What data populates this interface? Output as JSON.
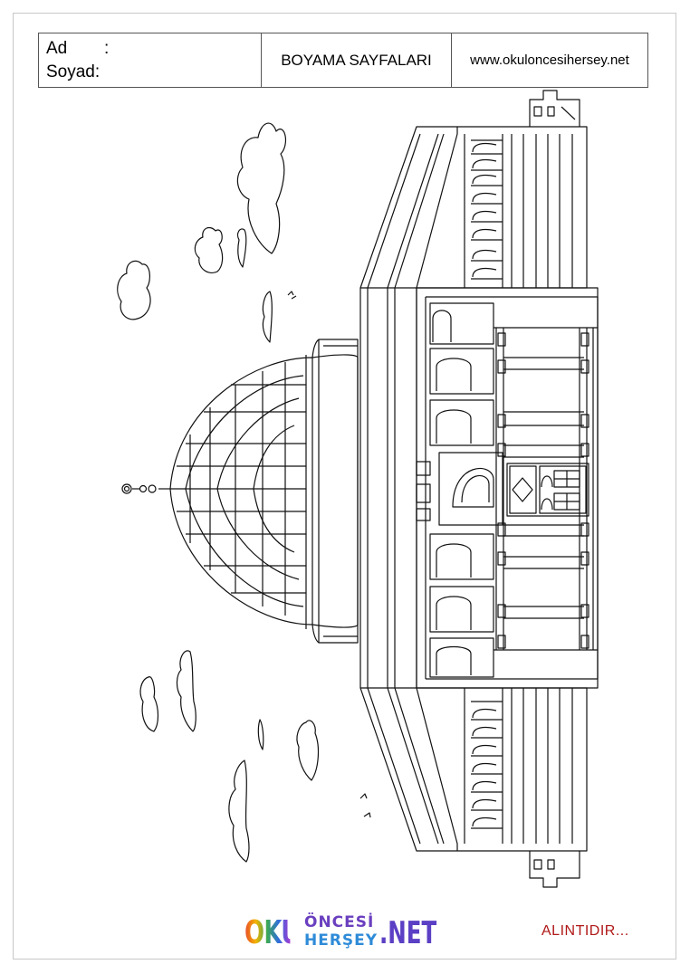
{
  "header": {
    "name_label": "Ad",
    "name_colon": ":",
    "surname_label": "Soyad:",
    "title": "BOYAMA SAYFALARI",
    "website": "www.okuloncesihersey.net"
  },
  "logo": {
    "part1": "OKUL",
    "part2": "ÖNCESİ",
    "part3": "HERŞEY",
    "part4": ".NET"
  },
  "footer": {
    "note": "ALINTIDIR..."
  }
}
